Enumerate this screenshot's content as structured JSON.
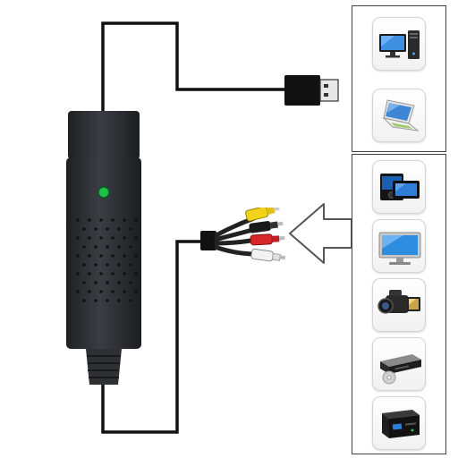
{
  "colors": {
    "background": "#ffffff",
    "cable": "#111111",
    "dongle_body": "#2b2d31",
    "led": "#1fbf4a",
    "rca_yellow": "#f2d21b",
    "rca_red": "#d8262a",
    "rca_white": "#eeeeee",
    "panel_border": "#444444",
    "arrow_outline": "#555555"
  },
  "computer_panel": {
    "devices": [
      {
        "icon": "desktop-computer-icon"
      },
      {
        "icon": "laptop-icon"
      }
    ]
  },
  "source_panel": {
    "devices": [
      {
        "icon": "portable-media-player-icon"
      },
      {
        "icon": "tv-monitor-icon"
      },
      {
        "icon": "camcorder-icon"
      },
      {
        "icon": "dvd-player-icon"
      },
      {
        "icon": "set-top-box-icon"
      }
    ]
  },
  "connectors": {
    "usb_plug": {
      "icon": "usb-plug-icon"
    },
    "rca_plugs": [
      {
        "color": "yellow"
      },
      {
        "color": "black"
      },
      {
        "color": "red"
      },
      {
        "color": "white"
      }
    ]
  },
  "flow_arrow": {
    "direction": "left"
  }
}
